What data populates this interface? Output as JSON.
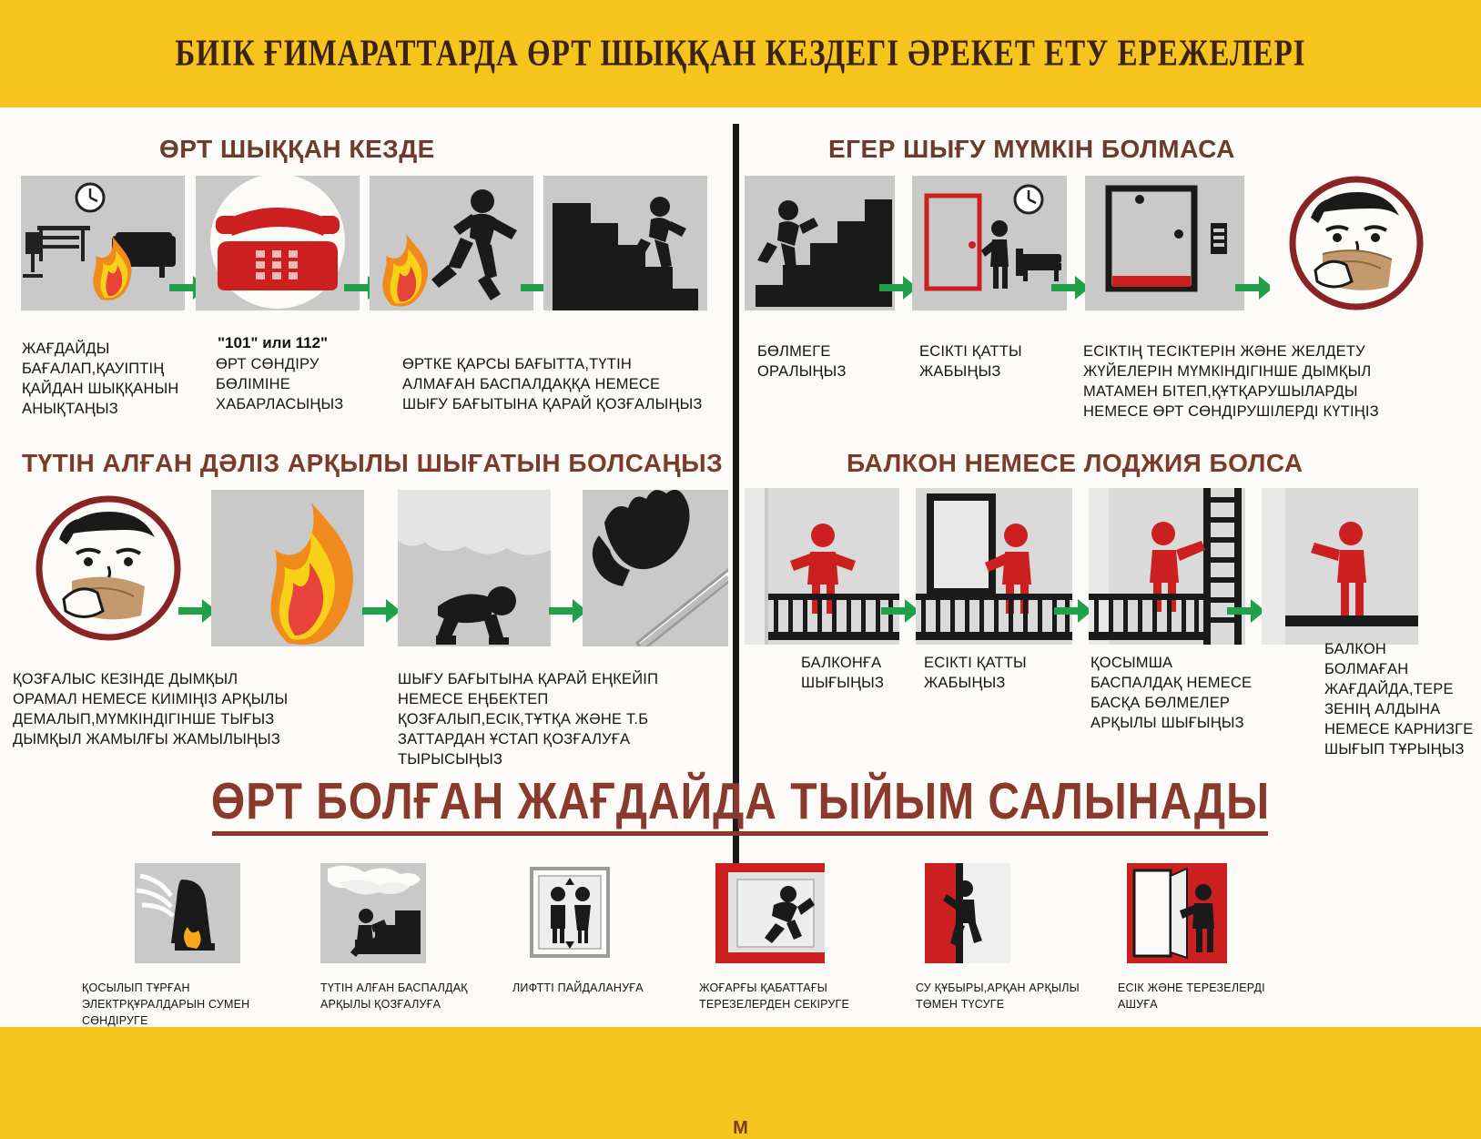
{
  "poster": {
    "title": "БИІК ҒИМАРАТТАРДА ӨРТ ШЫҚҚАН КЕЗДЕГІ ӘРЕКЕТ ЕТУ ЕРЕЖЕЛЕРІ",
    "background_color": "#f5c51d",
    "canvas_color": "#fdfbf8",
    "heading_color": "#6b3b2d",
    "banner_color": "#8a3a2c",
    "fire_color": "#f5a81c",
    "red_color": "#cc2222",
    "arrow_color": "#1fa14a",
    "footer_mark": "М"
  },
  "sections": [
    {
      "id": "fire-started",
      "heading": "ӨРТ ШЫҚҚАН КЕЗДЕ",
      "steps": [
        {
          "caption": "ЖАҒДАЙДЫ\nБАҒАЛАП,ҚАУІПТІҢ\nҚАЙДАН ШЫҚҚАНЫН\nАНЫҚТАҢЫЗ",
          "icon": "office-fire-icon"
        },
        {
          "caption": "ӨРТ СӨНДІРУ\nБӨЛІМІНЕ\nХАБАРЛАСЫҢЫЗ",
          "icon": "red-telephone-icon",
          "badge": "\"101\" или 112\""
        },
        {
          "caption": "ӨРТКЕ ҚАРСЫ БАҒЫТТА,ТҮТІН\nАЛМАҒАН БАСПАЛДАҚҚА НЕМЕСЕ\nШЫҒУ БАҒЫТЫНА ҚАРАЙ ҚОЗҒАЛЫҢЫЗ",
          "icon": "running-person-fire-icon"
        },
        {
          "caption": "",
          "icon": "stairs-descend-icon"
        }
      ]
    },
    {
      "id": "cannot-exit",
      "heading": "ЕГЕР ШЫҒУ МҮМКІН БОЛМАСА",
      "steps": [
        {
          "caption": "БӨЛМЕГЕ\nОРАЛЫҢЫЗ",
          "icon": "stairs-return-icon"
        },
        {
          "caption": "ЕСІКТІ ҚАТТЫ\nЖАБЫҢЫЗ",
          "icon": "close-door-icon"
        },
        {
          "caption": "ЕСІКТІҢ ТЕСІКТЕРІН ЖӘНЕ ЖЕЛДЕТУ\nЖҮЙЕЛЕРІН МҮМКІНДІГІНШЕ ДЫМҚЫЛ\nМАТАМЕН БІТЕП,ҚҰТҚАРУШЫЛАРДЫ\nНЕМЕСЕ ӨРТ СӨНДІРУШІЛЕРДІ КҮТІҢІЗ",
          "icon": "seal-door-gap-icon"
        },
        {
          "caption": "",
          "icon": "cover-mouth-wet-cloth-icon"
        }
      ]
    },
    {
      "id": "smoky-corridor",
      "heading": "ТҮТІН АЛҒАН ДӘЛІЗ АРҚЫЛЫ ШЫҒАТЫН БОЛСАҢЫЗ",
      "steps": [
        {
          "caption": "ҚОЗҒАЛЫС КЕЗІНДЕ  ДЫМҚЫЛ\nОРАМАЛ НЕМЕСЕ КИІМІҢІЗ АРҚЫЛЫ\nДЕМАЛЫП,МҮМКІНДІГІНШЕ ТЫҒЫЗ\nДЫМҚЫЛ  ЖАМЫЛҒЫ ЖАМЫЛЫҢЫЗ",
          "icon": "cover-mouth-wet-cloth-icon"
        },
        {
          "caption": "",
          "icon": "flame-icon"
        },
        {
          "caption": "ШЫҒУ БАҒЫТЫНА ҚАРАЙ ЕҢКЕЙІП\nНЕМЕСЕ ЕҢБЕКТЕП\nҚОЗҒАЛЫП,ЕСІК,ТҰТҚА ЖӘНЕ Т.Б\nЗАТТАРДАН  ҰСТАП ҚОЗҒАЛУҒА\nТЫРЫСЫҢЫЗ",
          "icon": "crawling-person-icon"
        },
        {
          "caption": "",
          "icon": "hand-rail-icon"
        }
      ]
    },
    {
      "id": "balcony",
      "heading": "БАЛКОН НЕМЕСЕ ЛОДЖИЯ БОЛСА",
      "steps": [
        {
          "caption": "БАЛКОНҒА\nШЫҒЫҢЫЗ",
          "icon": "person-on-balcony-icon"
        },
        {
          "caption": "ЕСІКТІ ҚАТТЫ\nЖАБЫҢЫЗ",
          "icon": "close-balcony-door-icon"
        },
        {
          "caption": "ҚОСЫМША\nБАСПАЛДАҚ НЕМЕСЕ\nБАСҚА БӨЛМЕЛЕР\nАРҚЫЛЫ ШЫҒЫҢЫЗ",
          "icon": "ladder-climb-icon"
        },
        {
          "caption": "БАЛКОН\nБОЛМАҒАН\nЖАҒДАЙДА,ТЕРЕ\nЗЕНІҢ АЛДЫНА\nНЕМЕСЕ КАРНИЗГЕ\nШЫҒЫП ТҰРЫҢЫЗ",
          "icon": "stand-on-window-ledge-icon"
        }
      ]
    }
  ],
  "prohibitions": {
    "title": "ӨРТ БОЛҒАН ЖАҒДАЙДА ТЫЙЫМ САЛЫНАДЫ",
    "items": [
      {
        "caption": "ҚОСЫЛЫП ТҰРҒАН\nЭЛЕКТРҚҰРАЛДАРЫН  СУМЕН\nСӨНДІРУГЕ",
        "icon": "water-on-electrical-icon"
      },
      {
        "caption": "ТҮТІН АЛҒАН БАСПАЛДАҚ\nАРҚЫЛЫ  ҚОЗҒАЛУҒА",
        "icon": "smoky-stairs-icon"
      },
      {
        "caption": "ЛИФТТІ ПАЙДАЛАНУҒА",
        "icon": "elevator-icon"
      },
      {
        "caption": "ЖОҒАРҒЫ ҚАБАТТАҒЫ\nТЕРЕЗЕЛЕРДЕН  СЕКІРУГЕ",
        "icon": "jump-from-window-icon"
      },
      {
        "caption": "СУ ҚҰБЫРЫ,АРҚАН АРҚЫЛЫ\nТӨМЕН ТҮСУГЕ",
        "icon": "climb-down-pipe-icon"
      },
      {
        "caption": "ЕСІК ЖӘНЕ ТЕРЕЗЕЛЕРДІ\nАШУҒА",
        "icon": "open-door-window-icon"
      }
    ]
  }
}
